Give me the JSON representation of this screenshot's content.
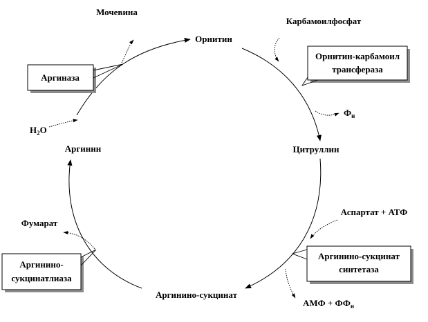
{
  "metabolites": {
    "urea": "Мочевина",
    "ornithine": "Орнитин",
    "carbamoyl_phosphate": "Карбамоилфосфат",
    "pi_main": "Ф",
    "pi_sub": "н",
    "citrulline": "Цитруллин",
    "aspartate_atp": "Аспартат + АТФ",
    "amp_ppi_main": "АМФ + ФФ",
    "amp_ppi_sub": "н",
    "argininosuccinate": "Аргинино-сукцинат",
    "fumarate": "Фумарат",
    "arginine": "Аргинин",
    "water_h": "H",
    "water_2": "2",
    "water_o": "O"
  },
  "enzymes": {
    "arginase": "Аргиназа",
    "otc_line1": "Орнитин-карбамоил",
    "otc_line2": "трансфераза",
    "ass_line1": "Аргинино-сукцинат",
    "ass_line2": "синтетаза",
    "asl_line1": "Аргинино-",
    "asl_line2": "сукцинатлиаза"
  }
}
